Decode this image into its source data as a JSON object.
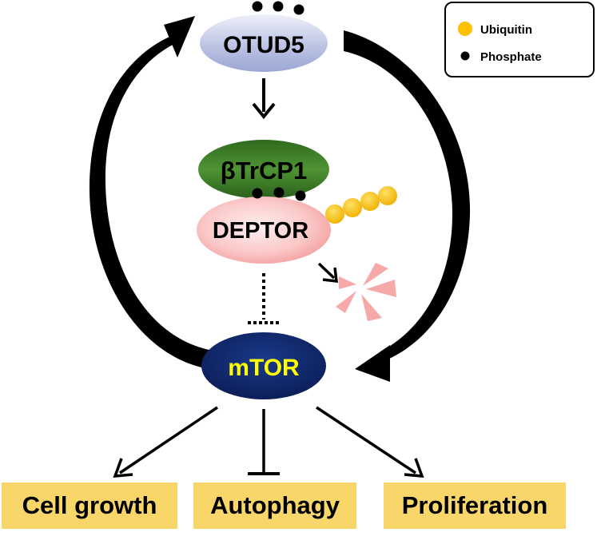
{
  "legend": {
    "items": [
      {
        "label": "Ubiquitin",
        "color": "#ffc000"
      },
      {
        "label": "Phosphate",
        "color": "#000000"
      }
    ]
  },
  "nodes": {
    "otud5": {
      "label": "OTUD5"
    },
    "btrcp1": {
      "label": "βTrCP1"
    },
    "deptor": {
      "label": "DEPTOR"
    },
    "mtor": {
      "label": "mTOR"
    }
  },
  "outcomes": [
    {
      "label": "Cell growth"
    },
    {
      "label": "Autophagy"
    },
    {
      "label": "Proliferation"
    }
  ],
  "colors": {
    "otud5": "#b4bde0",
    "btrcp1": "#3f7d2c",
    "deptor": "#f4a5a5",
    "mtor": "#0f2466",
    "mtor_text": "#ffff00",
    "ubiquitin": "#ffc000",
    "phosphate": "#000000",
    "degraded": "#f5a0a0",
    "outcome_box": "#f8d669"
  }
}
